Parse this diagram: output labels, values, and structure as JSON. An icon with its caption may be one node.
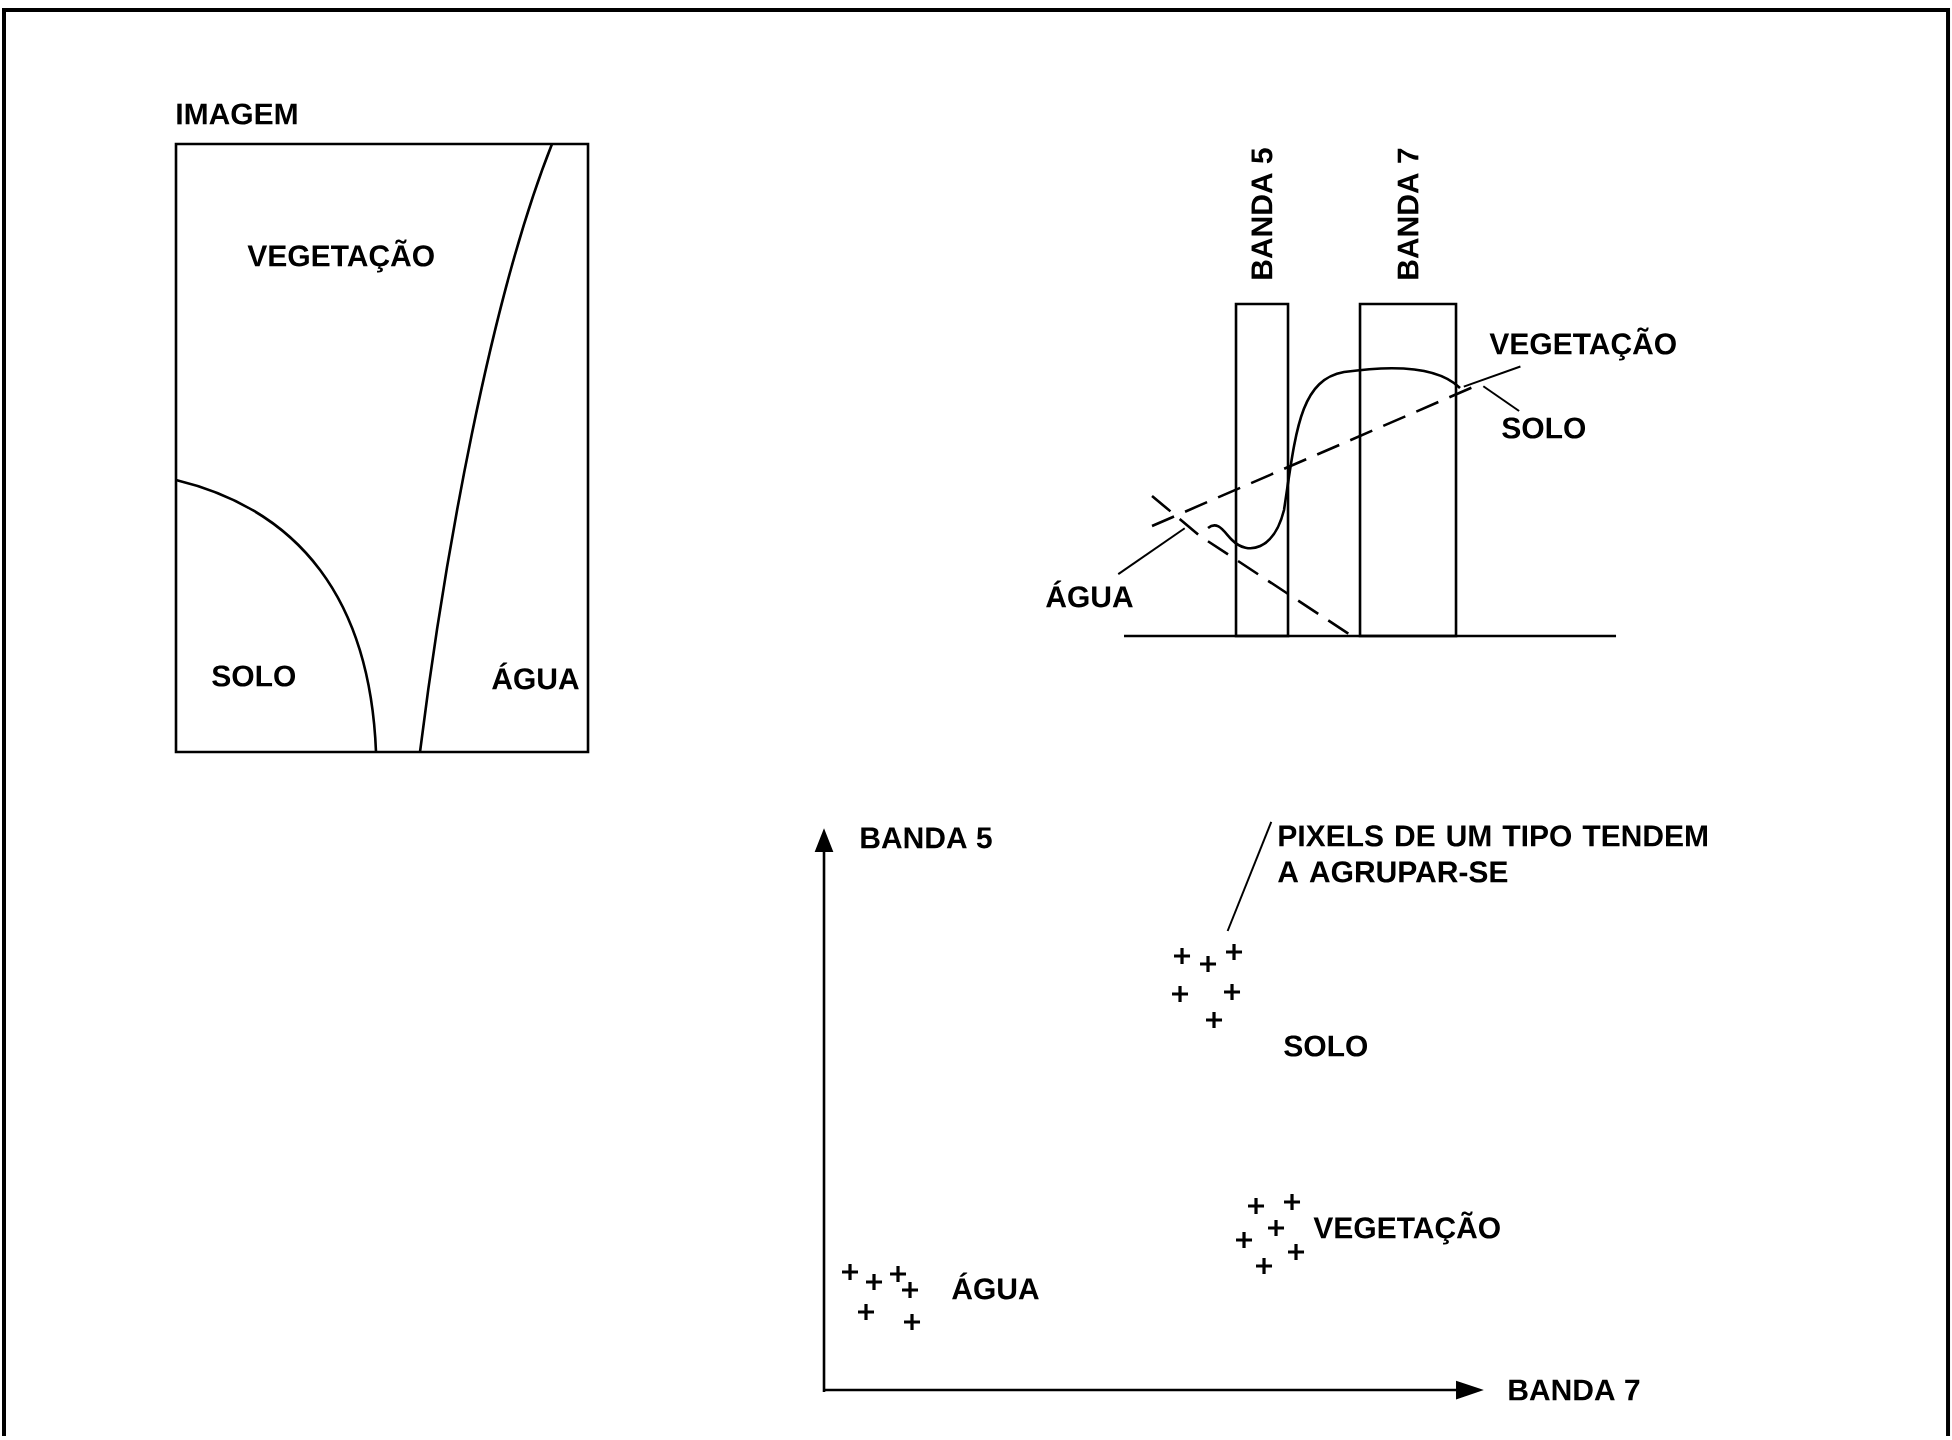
{
  "diagram": {
    "nodes": [
      {
        "text": [
          "IMAGEM",
          "VEGETAÇÃO",
          "SOLO",
          "ÁGUA"
        ]
      },
      {
        "text": [
          "BANDA 5"
        ]
      },
      {
        "text": [
          "BANDA 7"
        ]
      },
      {
        "text": [
          "VEGETAÇÃO"
        ]
      },
      {
        "text": [
          "SOLO"
        ]
      },
      {
        "text": [
          "ÁGUA"
        ]
      },
      {
        "text": [
          "PIXELS DE UM TIPO TENDEM A AGRUPAR-SE"
        ]
      },
      {
        "text": [],
        "shape": "cluster"
      },
      {
        "text": [],
        "shape": "curve"
      },
      {
        "text": [],
        "shape": "line"
      },
      {
        "text": [],
        "shape": "line"
      }
    ],
    "edges": [
      {
        "from": 3,
        "to": 8,
        "arrow": "none"
      },
      {
        "from": 4,
        "to": 9,
        "arrow": "none"
      },
      {
        "from": 5,
        "to": 10,
        "arrow": "none"
      },
      {
        "from": 6,
        "to": 7,
        "arrow": "none"
      }
    ],
    "labels": [
      "BANDA 5",
      "SOLO",
      "VEGETAÇÃO",
      "ÁGUA",
      "BANDA 7"
    ]
  }
}
